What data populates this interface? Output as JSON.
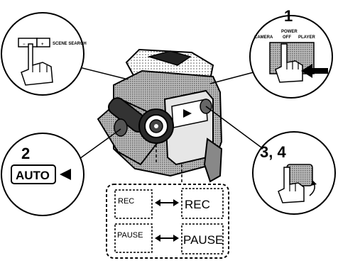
{
  "steps": {
    "step1": "1",
    "step2": "2",
    "step34": "3, 4"
  },
  "callout_topleft": {
    "minus": "−",
    "plus": "+",
    "label": "SCENE SEARCH"
  },
  "callout_topright": {
    "title": "POWER",
    "camera": "CAMERA",
    "off": "OFF",
    "player": "PLAYER"
  },
  "callout_left": {
    "auto_label": "AUTO"
  },
  "display_panel": {
    "rec_before": "REC",
    "rec_after": "REC",
    "pause_before": "PAUSE",
    "pause_after": "PAUSE"
  },
  "icons": {
    "hand": "hand-pointer-icon",
    "arrow": "arrow-left-icon",
    "double_arrow": "double-arrow-icon",
    "camcorder": "camcorder-icon"
  }
}
